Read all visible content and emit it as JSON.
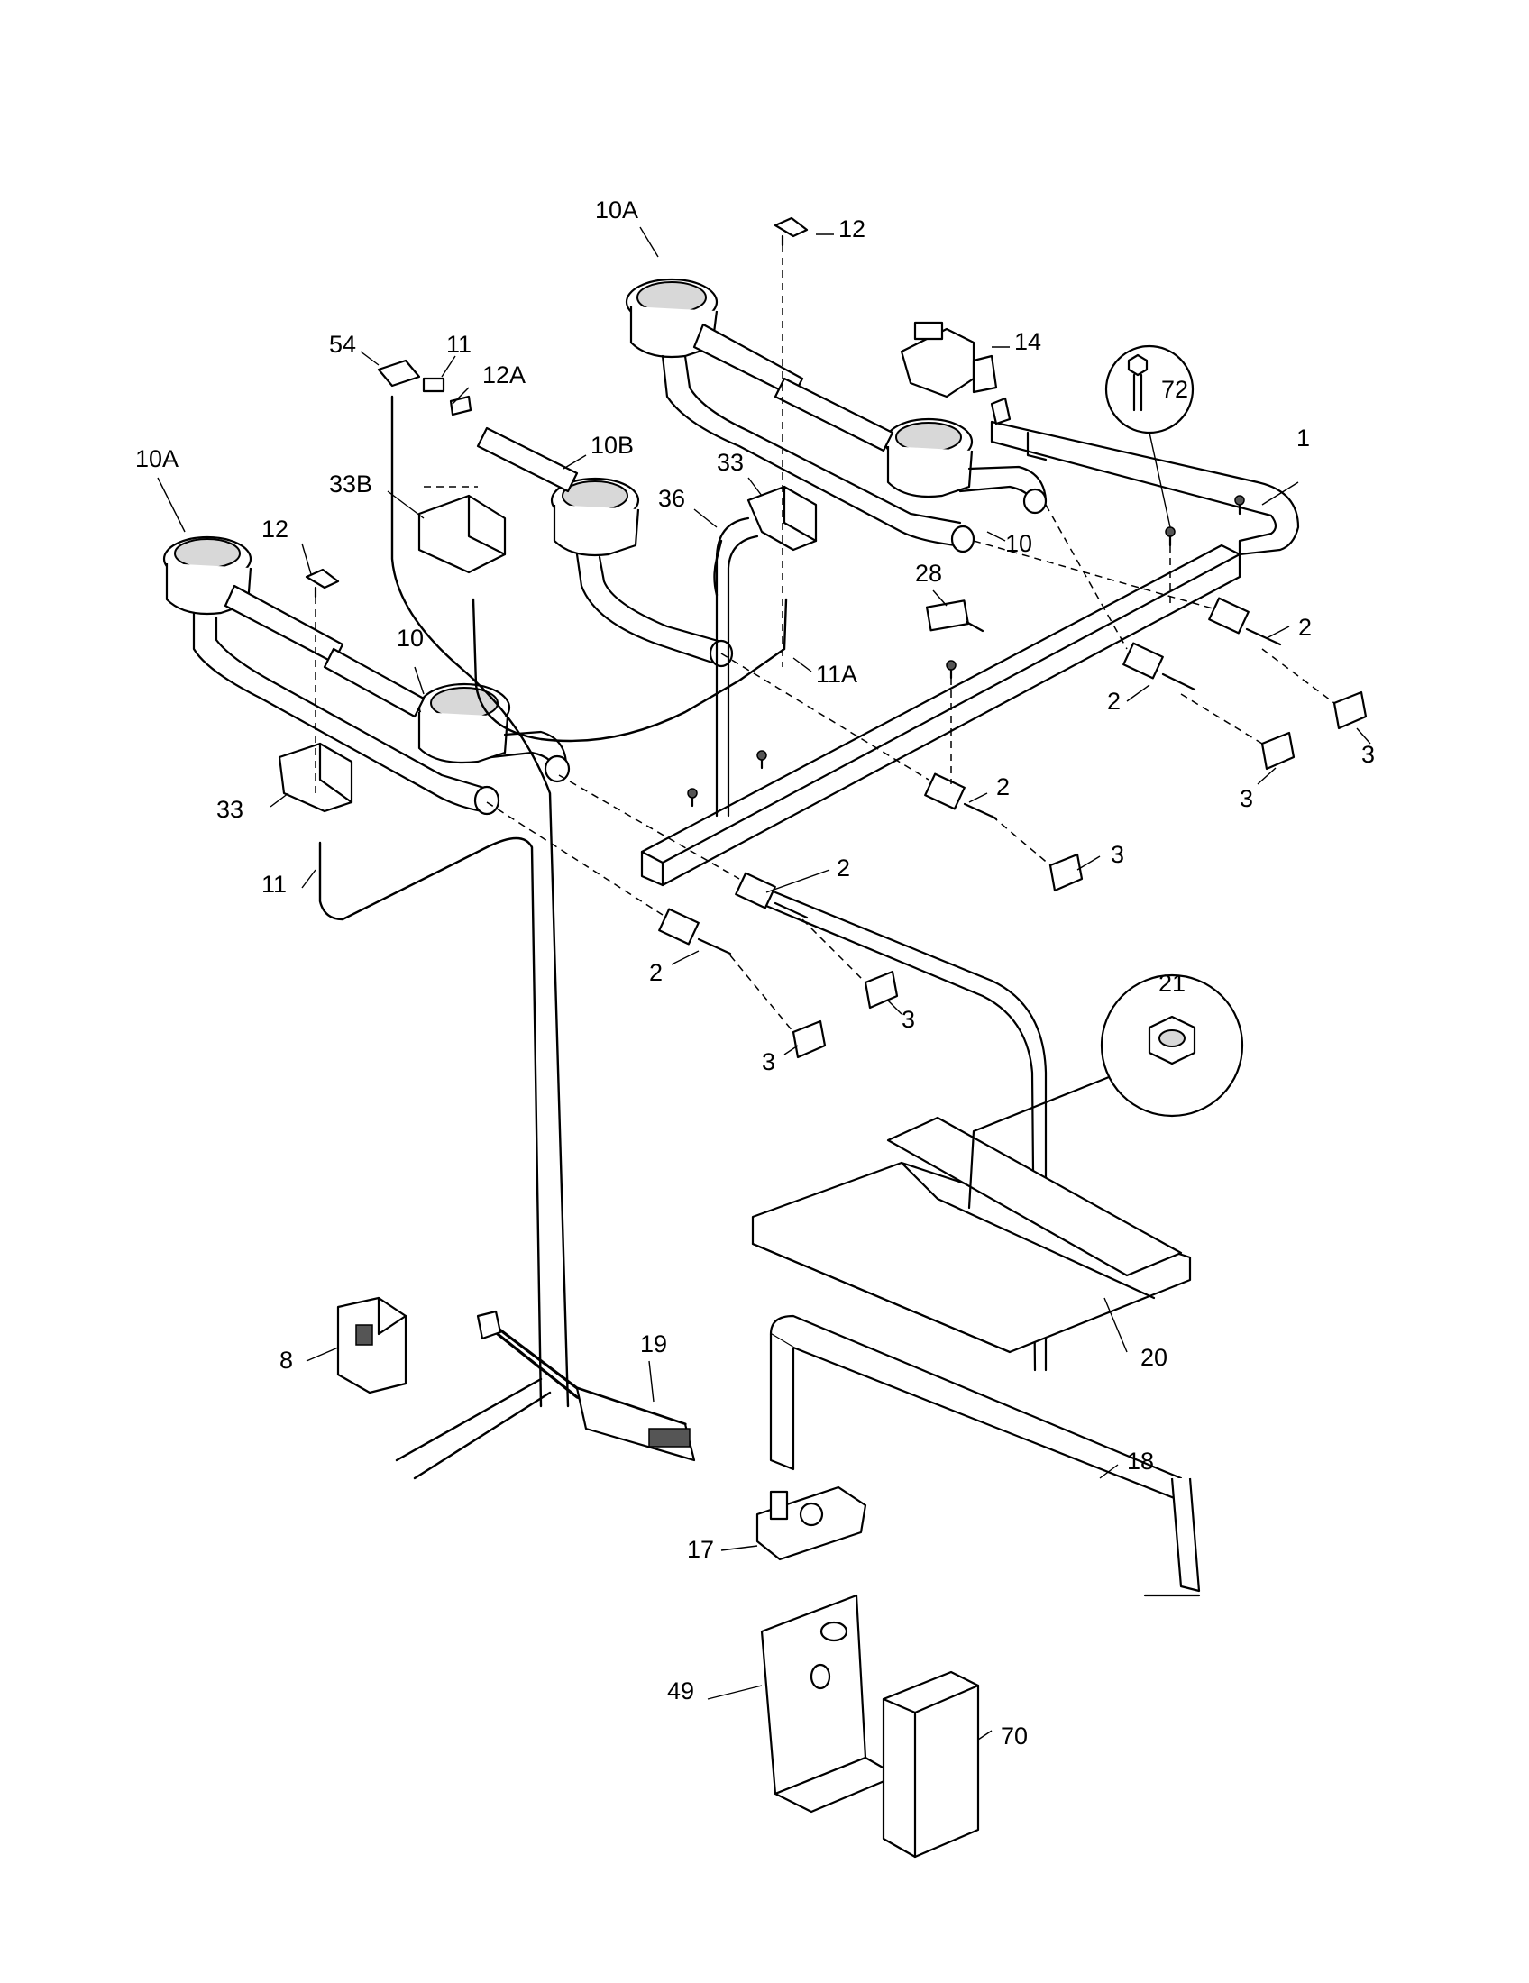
{
  "callouts": {
    "c10a_top": "10A",
    "c12_top": "12",
    "c14": "14",
    "c72": "72",
    "c54": "54",
    "c11_top": "11",
    "c12a": "12A",
    "c10b": "10B",
    "c1": "1",
    "c10a_left": "10A",
    "c33b": "33B",
    "c33_mid": "33",
    "c36": "36",
    "c10_right": "10",
    "c12_left": "12",
    "c28": "28",
    "c2_a": "2",
    "c10_left": "10",
    "c11a": "11A",
    "c2_b": "2",
    "c3_a": "3",
    "c3_b": "3",
    "c33_left": "33",
    "c2_c": "2",
    "c3_c": "3",
    "c11_left": "11",
    "c2_d": "2",
    "c2_e": "2",
    "c3_d": "3",
    "c3_e": "3",
    "c21": "21",
    "c20": "20",
    "c8": "8",
    "c19": "19",
    "c18": "18",
    "c17": "17",
    "c49": "49",
    "c70": "70"
  }
}
